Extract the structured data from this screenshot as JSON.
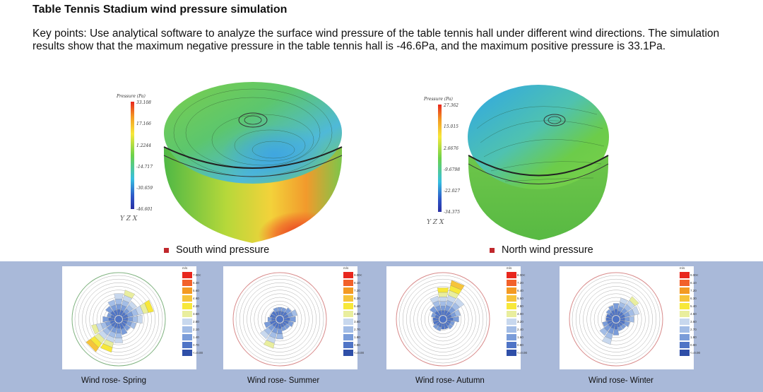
{
  "header": {
    "title": "Table Tennis Stadium wind pressure simulation",
    "key_points": "Key points: Use analytical software to analyze the surface wind pressure of the table tennis hall under different wind directions. The simulation results show that the maximum negative pressure in the table tennis hall is -46.6Pa, and the maximum positive pressure is 33.1Pa."
  },
  "simulations": [
    {
      "caption": "South wind pressure",
      "legend_title": "Pressure (Pa)",
      "ticks": [
        "33.108",
        "17.166",
        "1.2244",
        "-14.717",
        "-30.659",
        "-46.601"
      ],
      "axes_label": "Y Z X"
    },
    {
      "caption": "North wind pressure",
      "legend_title": "Pressure (Pa)",
      "ticks": [
        "27.362",
        "15.015",
        "2.6676",
        "-9.6798",
        "-22.027",
        "-34.375"
      ],
      "axes_label": "Y Z X"
    }
  ],
  "wind_roses": [
    {
      "label": "Wind rose- Spring",
      "unit": "m/s",
      "scale": [
        "7.00<",
        "6.30",
        "5.60",
        "4.90",
        "4.20",
        "3.50",
        "2.80",
        "2.10",
        "1.40",
        "0.70",
        "<=0.00"
      ]
    },
    {
      "label": "Wind rose- Summer",
      "unit": "m/s",
      "scale": [
        "9.00<",
        "8.10",
        "7.20",
        "6.30",
        "5.40",
        "4.50",
        "3.60",
        "2.70",
        "1.80",
        "0.90",
        "<=0.00"
      ]
    },
    {
      "label": "Wind rose- Autumn",
      "unit": "m/s",
      "scale": [
        "8.00<",
        "7.20",
        "6.40",
        "5.60",
        "4.80",
        "4.00",
        "3.20",
        "2.40",
        "1.60",
        "0.80",
        "<=0.00"
      ]
    },
    {
      "label": "Wind rose- Winter",
      "unit": "m/s",
      "scale": [
        "9.00<",
        "8.10",
        "7.20",
        "6.30",
        "5.40",
        "4.50",
        "3.60",
        "2.70",
        "1.80",
        "0.90",
        "<=0.00"
      ]
    }
  ],
  "colors": {
    "band": "#a9b9d9",
    "caption_marker": "#c0282c",
    "scale": [
      "#e8261d",
      "#f2612a",
      "#f39a23",
      "#f6c43a",
      "#f7e83a",
      "#e9ee9e",
      "#c8d8ee",
      "#a3bde6",
      "#7a9cd9",
      "#4f74c6",
      "#2f4fa8"
    ]
  }
}
